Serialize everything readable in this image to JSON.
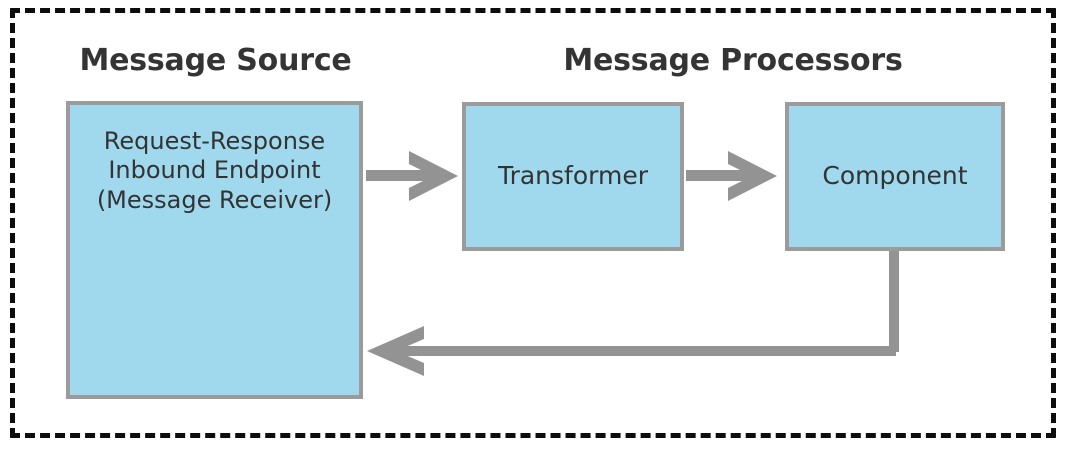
{
  "diagram": {
    "title_message_source": "Message Source",
    "title_message_processors": "Message Processors",
    "colors": {
      "node_fill": "#a0d9ee",
      "node_border": "#9b9b9b",
      "connector": "#939393",
      "outer_border": "#0d0d0d",
      "text": "#333333",
      "background": "#ffffff"
    },
    "nodes": [
      {
        "id": "inbound-endpoint",
        "label": "Request-Response\nInbound Endpoint\n(Message Receiver)",
        "group": "Message Source"
      },
      {
        "id": "transformer",
        "label": "Transformer",
        "group": "Message Processors"
      },
      {
        "id": "component",
        "label": "Component",
        "group": "Message Processors"
      }
    ],
    "connectors": [
      {
        "id": "endpoint-to-transformer",
        "from": "inbound-endpoint",
        "to": "transformer",
        "style": "straight-arrow",
        "direction": "right"
      },
      {
        "id": "transformer-to-component",
        "from": "transformer",
        "to": "component",
        "style": "straight-arrow",
        "direction": "right"
      },
      {
        "id": "component-to-endpoint-return",
        "from": "component",
        "to": "inbound-endpoint",
        "style": "elbow-arrow",
        "direction": "left"
      }
    ]
  }
}
